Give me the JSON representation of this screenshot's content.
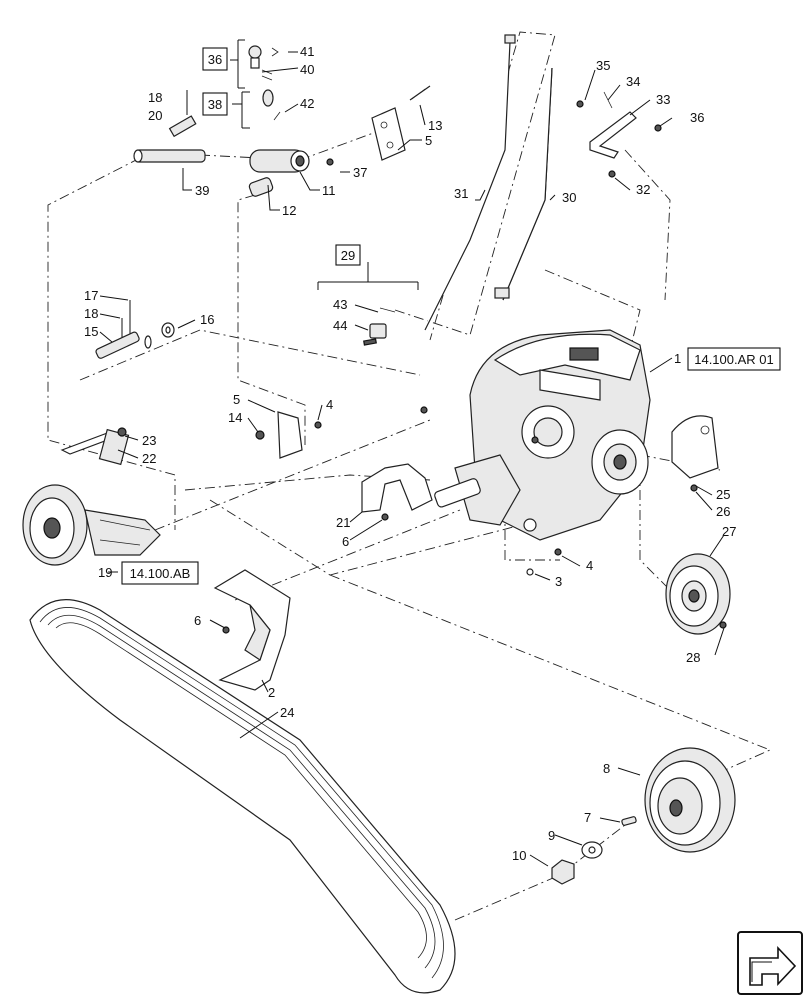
{
  "callouts": {
    "c1": "1",
    "c2": "2",
    "c3": "3",
    "c4a": "4",
    "c4b": "4",
    "c5a": "5",
    "c5b": "5",
    "c6a": "6",
    "c6b": "6",
    "c7": "7",
    "c8": "8",
    "c9": "9",
    "c10": "10",
    "c11": "11",
    "c12": "12",
    "c13": "13",
    "c14": "14",
    "c15": "15",
    "c16": "16",
    "c17": "17",
    "c18a": "18",
    "c18b": "18",
    "c19": "19",
    "c20": "20",
    "c21": "21",
    "c22": "22",
    "c23": "23",
    "c24": "24",
    "c25": "25",
    "c26": "26",
    "c27": "27",
    "c28": "28",
    "c30": "30",
    "c31": "31",
    "c32": "32",
    "c33": "33",
    "c34": "34",
    "c35": "35",
    "c36": "36",
    "c37": "37",
    "c39": "39",
    "c40": "40",
    "c41": "41",
    "c42": "42",
    "c43": "43",
    "c44": "44"
  },
  "kit_boxes": {
    "k36": "36",
    "k38": "38",
    "k29": "29"
  },
  "references": {
    "ref1": "14.100.AR 01",
    "ref19": "14.100.AB"
  },
  "icons": {
    "nav": "next-page-arrow-icon"
  }
}
